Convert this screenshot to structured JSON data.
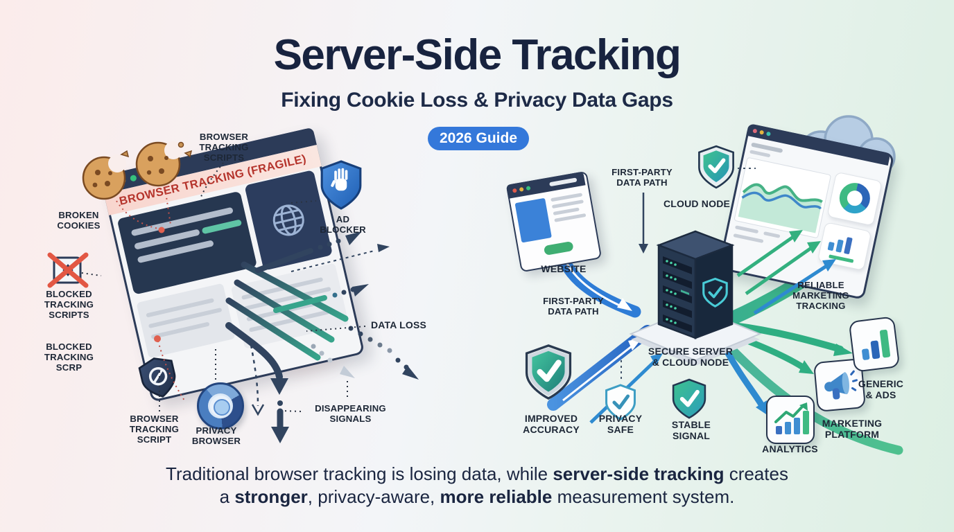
{
  "header": {
    "title": "Server-Side Tracking",
    "subtitle": "Fixing Cookie Loss & Privacy Data Gaps",
    "badge": "2026 Guide"
  },
  "left_panel": {
    "heading_browser_tracking_scripts": "BROWSER\nTRACKING\nSCRIPTS",
    "broken_cookies": "BROKEN\nCOOKIES",
    "blocked_tracking_scripts": "BLOCKED\nTRACKING\nSCRIPTS",
    "blocked_tracking_scrp": "BLOCKED\nTRACKING\nSCRP",
    "window_title": "BROWSER TRACKING (FRAGILE)",
    "ad_blocker": "AD\nBLOCKER",
    "data_loss": "DATA LOSS",
    "disappearing_signals": "DISAPPEARING\nSIGNALS",
    "browser_tracking_script": "BROWSER\nTRACKING\nSCRIPT",
    "privacy_browser": "PRIVACY\nBROWSER"
  },
  "right_panel": {
    "website": "WEBSITE",
    "first_party_data_path_top": "FIRST-PARTY\nDATA PATH",
    "first_party_data_path_bottom": "FIRST-PARTY\nDATA PATH",
    "cloud_node": "CLOUD NODE",
    "secure_server_cloud_node": "SECURE SERVER\n& CLOUD NODE",
    "reliable_marketing_tracking": "RELIABLE\nMARKETING\nTRACKING",
    "improved_accuracy": "IMPROVED\nACCURACY",
    "privacy_safe": "PRIVACY\nSAFE",
    "stable_signal": "STABLE\nSIGNAL",
    "analytics": "ANALYTICS",
    "marketing_platform": "MARKETING\nPLATFORM",
    "generic_ads": "GENERIC\n& ADS"
  },
  "footer": {
    "segments": [
      "Traditional browser tracking is losing data, while ",
      "server-side tracking",
      " creates",
      "a ",
      "stronger",
      ", privacy-aware, ",
      "more reliable",
      " measurement system."
    ]
  },
  "icons": {
    "check": "✓",
    "no_entry": "⊘",
    "blocked_cross": "✕",
    "stop_hand": "✋",
    "globe": "🌐",
    "cookie": "🍪",
    "cloud": "☁"
  },
  "colors": {
    "badge_blue": "#3478da",
    "title_navy": "#18233f",
    "fragile_red": "#b5342c",
    "arrow_navy": "#31445f",
    "arrow_teal": "#37a48b",
    "arrow_green": "#33b07f",
    "arrow_blue": "#2e86d4",
    "pipe_blue": "#2e7cd6",
    "shield_green": "#3ec28f",
    "shield_teal": "#2795b5",
    "server_navy": "#263850"
  }
}
